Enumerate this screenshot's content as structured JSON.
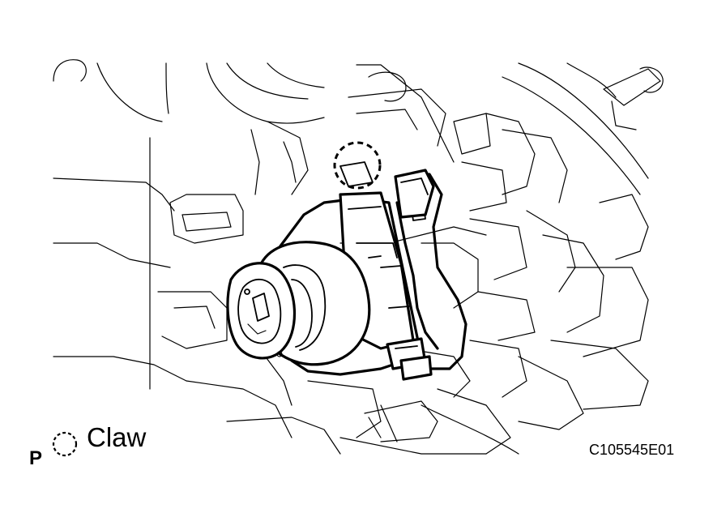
{
  "legend": {
    "marker_letter": "P",
    "claw_label": "Claw"
  },
  "figure_code": "C105545E01",
  "colors": {
    "line": "#000000",
    "background": "#ffffff"
  },
  "icons": {
    "legend_marker": "dashed-circle-icon"
  }
}
